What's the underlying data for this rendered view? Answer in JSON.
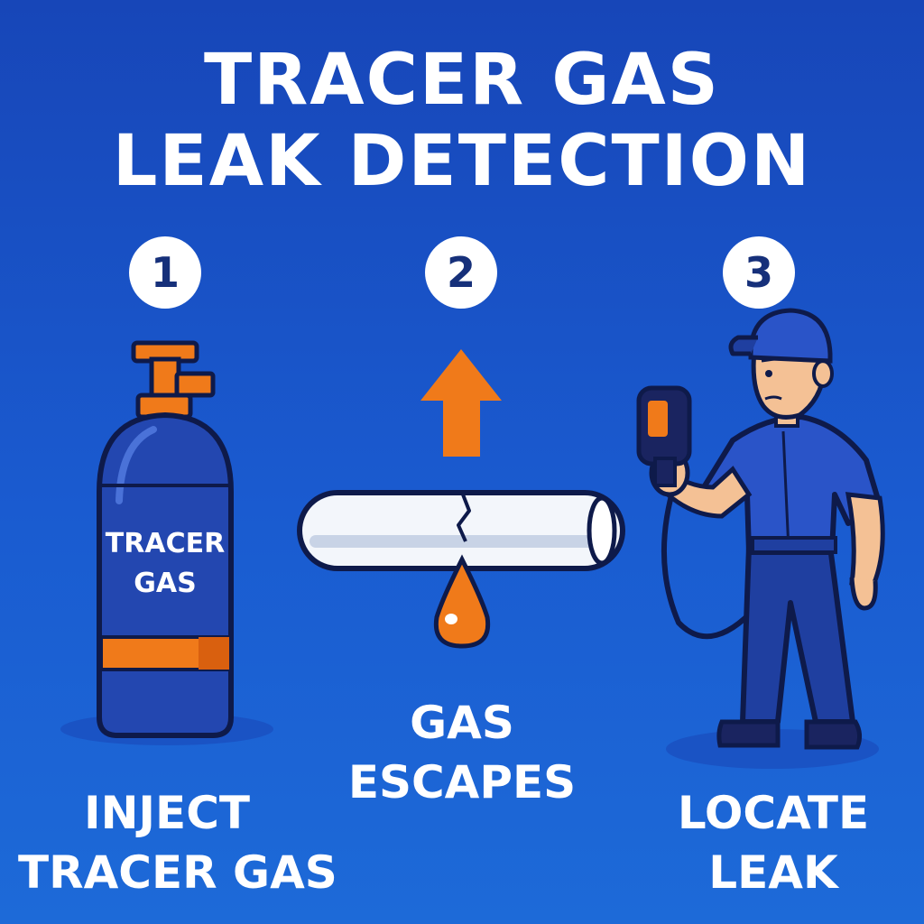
{
  "title": {
    "line1": "TRACER GAS",
    "line2": "LEAK DETECTION"
  },
  "steps": [
    {
      "number": "1",
      "icon": "gas-cylinder-icon",
      "tank_label_line1": "TRACER",
      "tank_label_line2": "GAS",
      "caption_line1": "INJECT",
      "caption_line2": "TRACER GAS"
    },
    {
      "number": "2",
      "icon": "leaking-pipe-icon",
      "caption_line1": "GAS",
      "caption_line2": "ESCAPES"
    },
    {
      "number": "3",
      "icon": "technician-with-detector-icon",
      "caption_line1": "LOCATE",
      "caption_line2": "LEAK"
    }
  ],
  "colors": {
    "background_top": "#1746b8",
    "background_bottom": "#1d6ad8",
    "accent_orange": "#f07a1a",
    "tank_blue": "#2347b0",
    "outline": "#0e1a4a",
    "text": "#ffffff"
  }
}
